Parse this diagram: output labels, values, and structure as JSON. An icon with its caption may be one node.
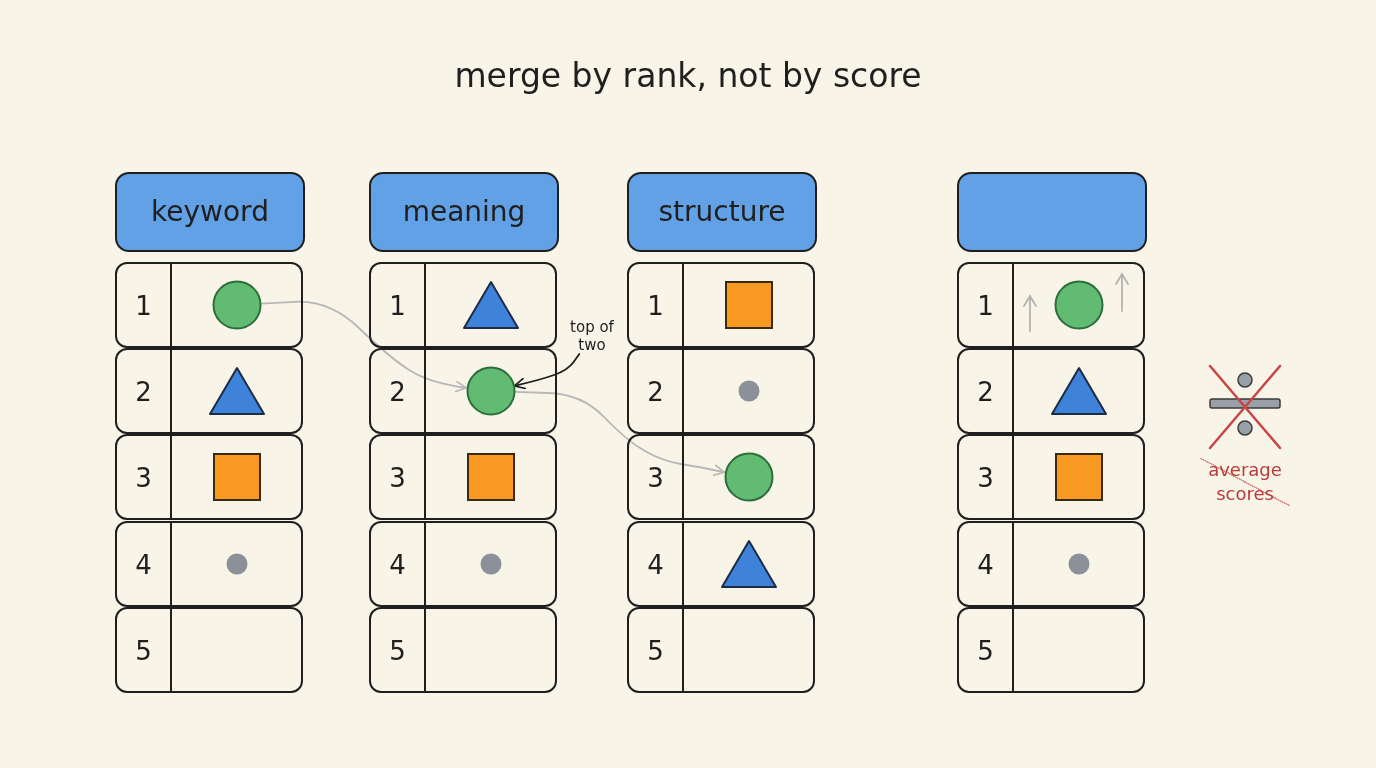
{
  "diagram": {
    "title": "merge by rank, not by score",
    "nodes": [
      {
        "text": [
          "keyword"
        ]
      },
      {
        "text": [
          "1"
        ]
      },
      {
        "text": [],
        "shape": "circle",
        "in": 1
      },
      {
        "text": [
          "2"
        ]
      },
      {
        "text": [],
        "shape": "triangle",
        "in": 3
      },
      {
        "text": [
          "3"
        ]
      },
      {
        "text": [],
        "shape": "square",
        "in": 5
      },
      {
        "text": [
          "4"
        ]
      },
      {
        "text": [],
        "shape": "dot",
        "in": 7
      },
      {
        "text": [
          "5"
        ]
      },
      {
        "text": [
          "meaning"
        ]
      },
      {
        "text": [
          "1"
        ]
      },
      {
        "text": [],
        "shape": "triangle",
        "in": 11
      },
      {
        "text": [
          "2"
        ]
      },
      {
        "text": [],
        "shape": "circle",
        "in": 13
      },
      {
        "text": [
          "3"
        ]
      },
      {
        "text": [],
        "shape": "square",
        "in": 15
      },
      {
        "text": [
          "4"
        ]
      },
      {
        "text": [],
        "shape": "dot",
        "in": 17
      },
      {
        "text": [
          "5"
        ]
      },
      {
        "text": [
          "top of two"
        ]
      },
      {
        "text": [
          "structure"
        ]
      },
      {
        "text": [
          "1"
        ]
      },
      {
        "text": [],
        "shape": "square",
        "in": 22
      },
      {
        "text": [
          "2"
        ]
      },
      {
        "text": [],
        "shape": "dot",
        "in": 24
      },
      {
        "text": [
          "3"
        ]
      },
      {
        "text": [],
        "shape": "circle",
        "in": 26
      },
      {
        "text": [
          "4"
        ]
      },
      {
        "text": [],
        "shape": "triangle",
        "in": 28
      },
      {
        "text": [
          "5"
        ]
      },
      {
        "text": [],
        "shape": "box"
      },
      {
        "text": [
          "1"
        ]
      },
      {
        "text": [],
        "shape": "circle",
        "in": 32
      },
      {
        "text": [
          "2"
        ]
      },
      {
        "text": [],
        "shape": "triangle",
        "in": 34
      },
      {
        "text": [
          "3"
        ]
      },
      {
        "text": [],
        "shape": "square",
        "in": 36
      },
      {
        "text": [
          "4"
        ]
      },
      {
        "text": [],
        "shape": "dot",
        "in": 38
      },
      {
        "text": [
          "5"
        ]
      }
    ],
    "edges": [
      {
        "from": 2,
        "to": 14,
        "arrow": "to"
      },
      {
        "from": 14,
        "to": 27,
        "arrow": "to"
      },
      {
        "from": 20,
        "to": 14,
        "arrow": "to",
        "color": "#1f1f1f"
      }
    ],
    "labels": [
      "average scores"
    ]
  }
}
